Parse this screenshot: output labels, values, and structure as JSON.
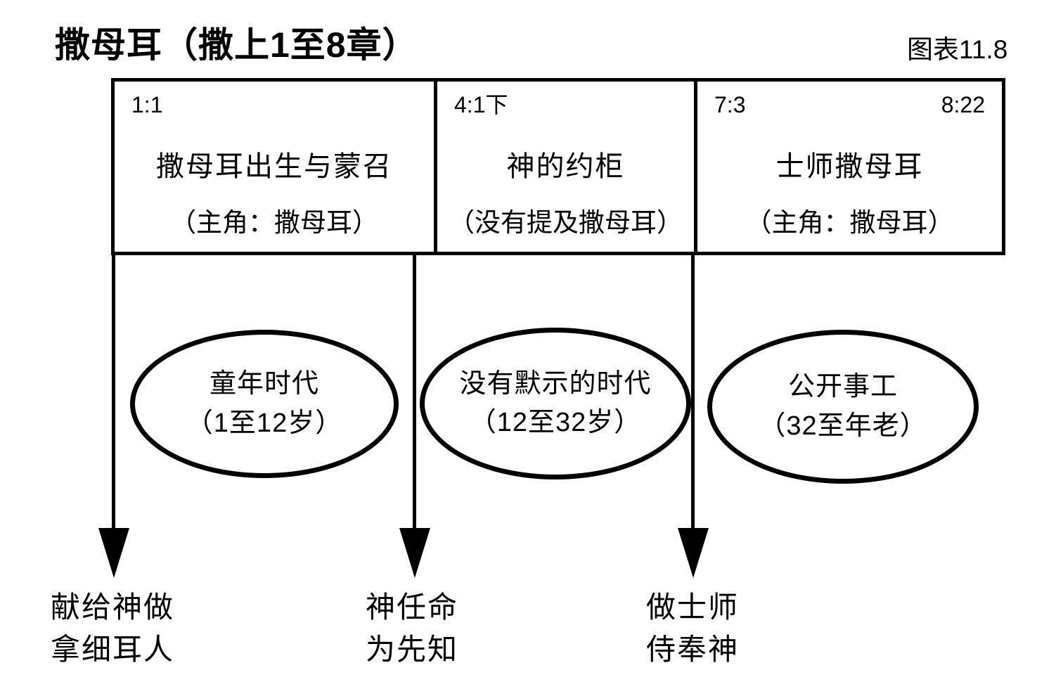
{
  "title": "撒母耳（撒上1至8章）",
  "figure_number": "图表11.8",
  "colors": {
    "ink": "#000000",
    "background": "#ffffff"
  },
  "sections": [
    {
      "ref_start": "1:1",
      "ref_end": "",
      "title": "撒母耳出生与蒙召",
      "subtitle": "（主角：撒母耳）"
    },
    {
      "ref_start": "4:1下",
      "ref_end": "",
      "title": "神的约柜",
      "subtitle": "（没有提及撒母耳）"
    },
    {
      "ref_start": "7:3",
      "ref_end": "8:22",
      "title": "士师撒母耳",
      "subtitle": "（主角：撒母耳）"
    }
  ],
  "stages": [
    {
      "line1": "童年时代",
      "line2": "（1至12岁）"
    },
    {
      "line1": "没有默示的时代",
      "line2": "（12至32岁）"
    },
    {
      "line1": "公开事工",
      "line2": "（32至年老）"
    }
  ],
  "arrow_labels": [
    {
      "line1": "献给神做",
      "line2": "拿细耳人"
    },
    {
      "line1": "神任命",
      "line2": "为先知"
    },
    {
      "line1": "做士师",
      "line2": "侍奉神"
    }
  ]
}
